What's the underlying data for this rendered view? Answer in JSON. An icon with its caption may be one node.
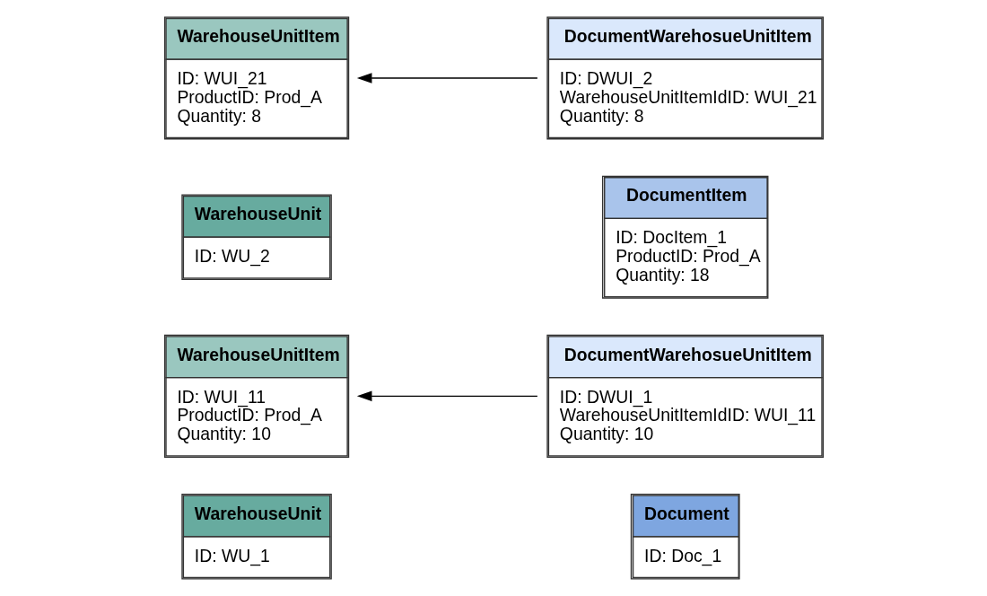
{
  "diagram": {
    "nodes": [
      {
        "text": [
          "WarehouseUnit",
          "ID: WU_1"
        ]
      },
      {
        "text": [
          "Document",
          "ID: Doc_1"
        ]
      },
      {
        "text": [
          "WarehouseUnitItem",
          "ID: WUI_11",
          "ProductID: Prod_A",
          "Quantity: 10"
        ]
      },
      {
        "text": [
          "DocumentItem",
          "ID: DocItem_1",
          "ProductID: Prod_A",
          "Quantity: 18"
        ]
      },
      {
        "text": [
          "DocumentWarehosueUnitItem",
          "ID: DWUI_1",
          "WarehouseUnitItemIdID: WUI_11",
          "Quantity: 10"
        ]
      },
      {
        "text": [
          "WarehouseUnit",
          "ID: WU_2"
        ]
      },
      {
        "text": [
          "WarehouseUnitItem",
          "ID: WUI_21",
          "ProductID: Prod_A",
          "Quantity: 8"
        ]
      },
      {
        "text": [
          "DocumentWarehosueUnitItem",
          "ID: DWUI_2",
          "WarehouseUnitItemIdID: WUI_21",
          "Quantity: 8"
        ]
      }
    ],
    "edges": [
      {
        "from": 4,
        "to": 2,
        "arrow": "to"
      },
      {
        "from": 7,
        "to": 6,
        "arrow": "to"
      }
    ]
  }
}
